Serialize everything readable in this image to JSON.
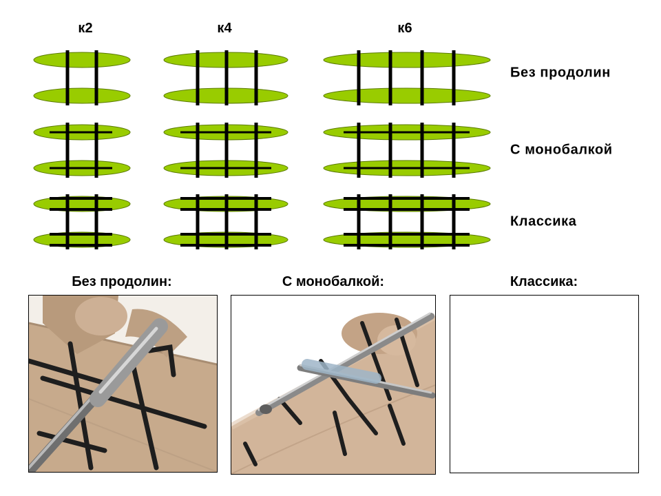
{
  "columns": [
    "к2",
    "к4",
    "к6"
  ],
  "rows": [
    "Без продолин",
    "С монобалкой",
    "Классика"
  ],
  "photo_captions": [
    "Без продолин:",
    "С монобалкой:",
    "Классика:"
  ],
  "colors": {
    "float_fill": "#99cc00",
    "float_stroke": "#5a7a00",
    "frame": "#000000",
    "boat_fabric": "#c9ad91",
    "strap": "#1e1e1e",
    "tube_metal": "#8c8c8c"
  },
  "photos": [
    {
      "subject": "boat-float-with-single-tube-photo"
    },
    {
      "subject": "boat-float-with-crossbars-photo"
    },
    {
      "subject": "empty-photo-placeholder"
    }
  ]
}
